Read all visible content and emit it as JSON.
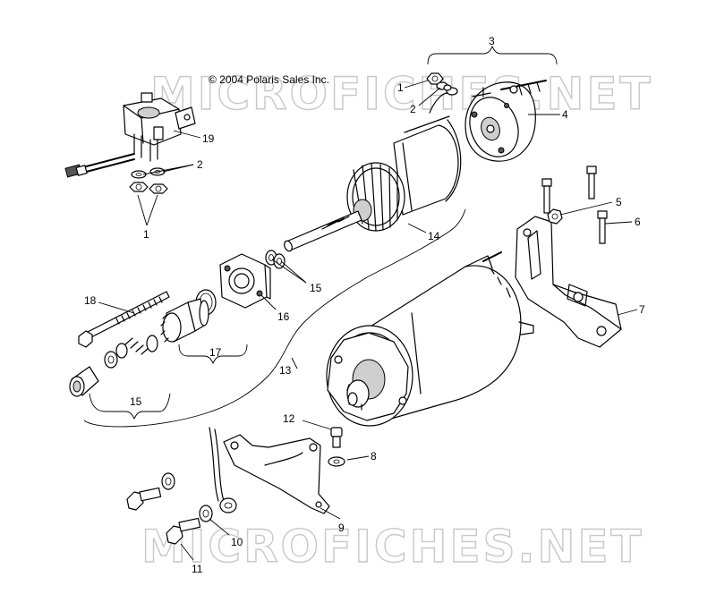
{
  "copyright": "© 2004 Polaris Sales Inc.",
  "watermark": {
    "top_text": "MICROFICHES.NET",
    "bottom_text": "MICROFICHES.NET",
    "color": "#c8c8c8"
  },
  "callouts": [
    {
      "id": "c1a",
      "label": "1"
    },
    {
      "id": "c2a",
      "label": "2"
    },
    {
      "id": "c3",
      "label": "3"
    },
    {
      "id": "c4",
      "label": "4"
    },
    {
      "id": "c19",
      "label": "19"
    },
    {
      "id": "c2b",
      "label": "2"
    },
    {
      "id": "c1b",
      "label": "1"
    },
    {
      "id": "c5",
      "label": "5"
    },
    {
      "id": "c6",
      "label": "6"
    },
    {
      "id": "c14",
      "label": "14"
    },
    {
      "id": "c15a",
      "label": "15"
    },
    {
      "id": "c18",
      "label": "18"
    },
    {
      "id": "c16",
      "label": "16"
    },
    {
      "id": "c17",
      "label": "17"
    },
    {
      "id": "c7",
      "label": "7"
    },
    {
      "id": "c13",
      "label": "13"
    },
    {
      "id": "c15b",
      "label": "15"
    },
    {
      "id": "c12",
      "label": "12"
    },
    {
      "id": "c8",
      "label": "8"
    },
    {
      "id": "c9",
      "label": "9"
    },
    {
      "id": "c10",
      "label": "10"
    },
    {
      "id": "c11",
      "label": "11"
    }
  ]
}
